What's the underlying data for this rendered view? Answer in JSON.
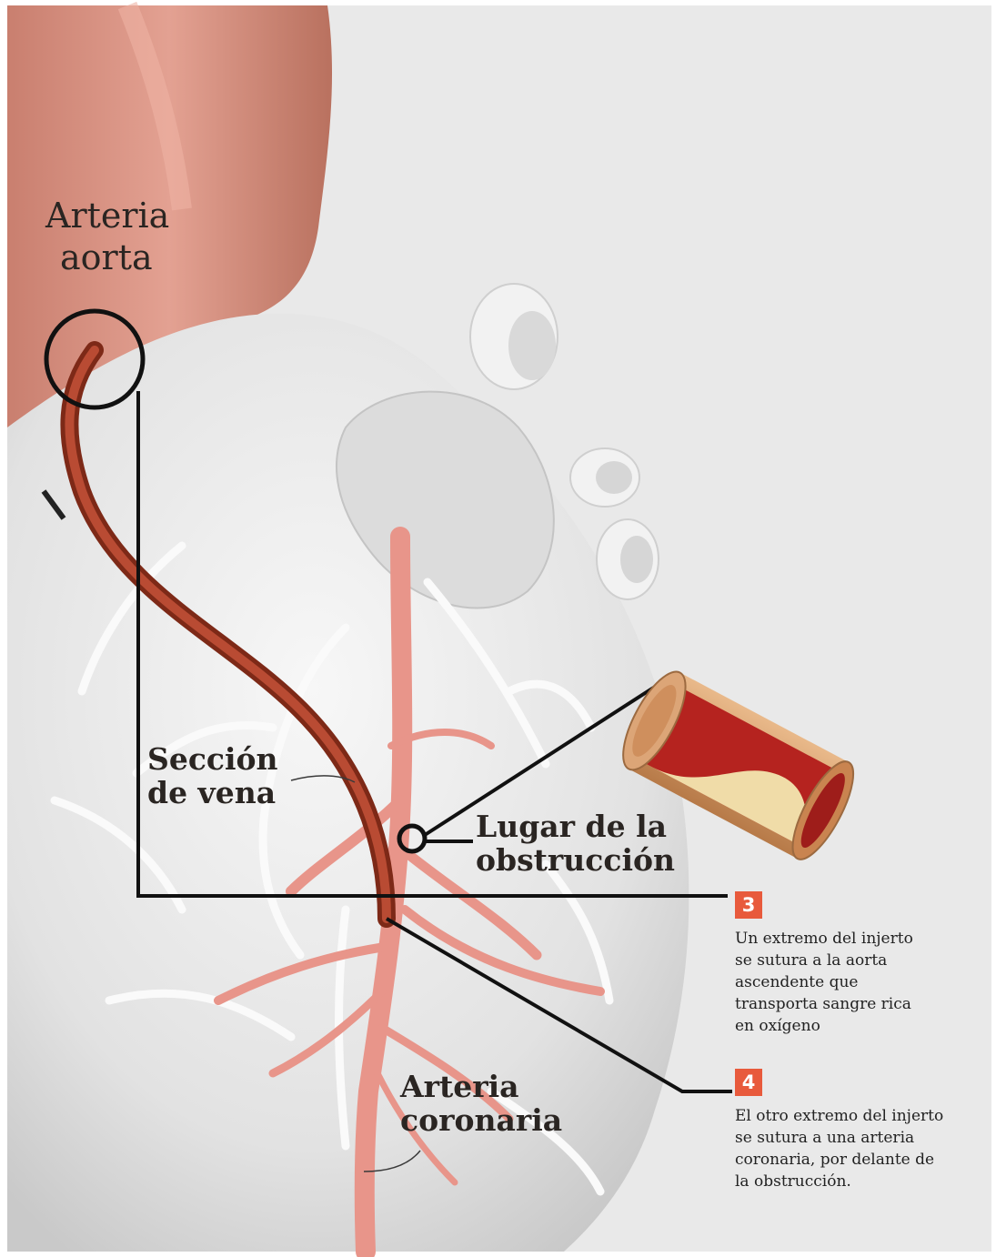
{
  "labels": {
    "aorta": [
      "Arteria",
      "aorta"
    ],
    "vena": [
      "Sección",
      "de vena"
    ],
    "obstruccion": [
      "Lugar de la",
      "obstrucción"
    ],
    "coronaria": [
      "Arteria",
      "coronaria"
    ]
  },
  "steps": [
    {
      "number": "3",
      "lines": [
        "Un extremo del injerto",
        "se sutura a la aorta",
        "ascendente que",
        "transporta sangre rica",
        "en oxígeno"
      ]
    },
    {
      "number": "4",
      "lines": [
        "El otro extremo del injerto",
        "se sutura a una arteria",
        "coronaria, por delante de",
        "la obstrucción."
      ]
    }
  ],
  "colors": {
    "badge": "#e85a3c",
    "graft": "#9e3a24",
    "artery": "#e8958a",
    "aorta": "#d6907f",
    "heart": "#e7e7e7",
    "background": "#eaeaea"
  }
}
